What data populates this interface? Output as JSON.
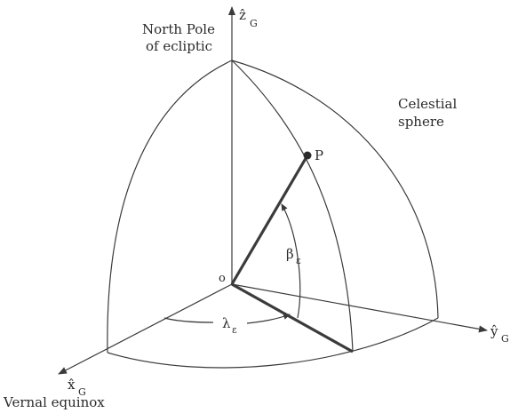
{
  "labels": {
    "north_pole_line1": "North Pole",
    "north_pole_line2": "of ecliptic",
    "celestial_line1": "Celestial",
    "celestial_line2": "sphere",
    "vernal_equinox": "Vernal equinox",
    "point_p": "P",
    "origin_o": "o",
    "axis_z_symbol": "ẑ",
    "axis_z_sub": "G",
    "axis_y_symbol": "ŷ",
    "axis_y_sub": "G",
    "axis_x_symbol": "x̂",
    "axis_x_sub": "G",
    "beta_symbol": "β",
    "beta_sub": "ε",
    "lambda_symbol": "λ",
    "lambda_sub": "ε"
  }
}
